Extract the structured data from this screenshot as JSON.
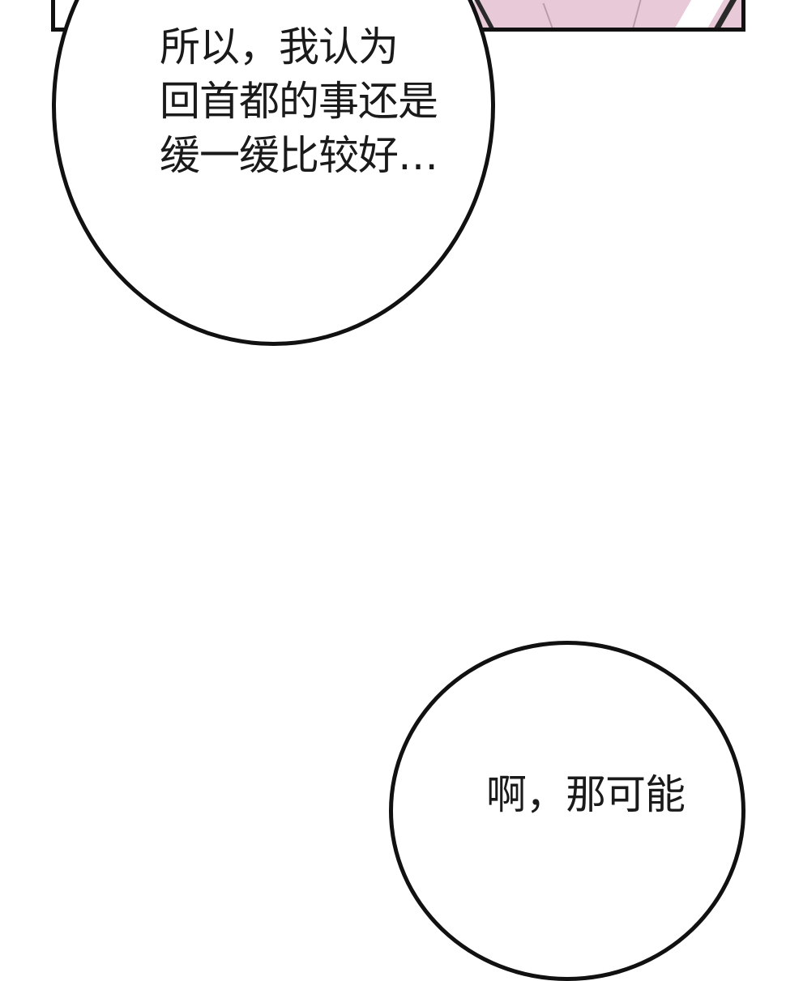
{
  "bubbles": [
    {
      "lines": [
        "所以，我认为",
        "回首都的事还是",
        "缓一缓比较好…"
      ]
    },
    {
      "lines": [
        "啊，那可能"
      ]
    }
  ]
}
